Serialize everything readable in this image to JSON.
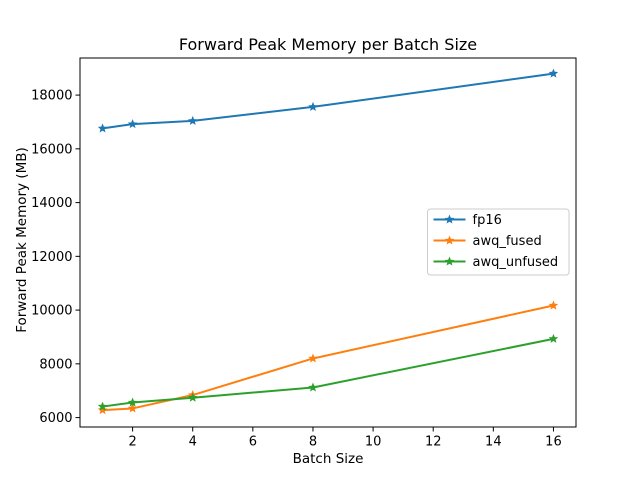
{
  "chart_data": {
    "type": "line",
    "title": "Forward Peak Memory per Batch Size",
    "xlabel": "Batch Size",
    "ylabel": "Forward Peak Memory (MB)",
    "x": [
      1,
      2,
      4,
      8,
      16
    ],
    "series": [
      {
        "name": "fp16",
        "color": "#1f77b4",
        "marker": "star",
        "values": [
          16760,
          16920,
          17040,
          17560,
          18800
        ]
      },
      {
        "name": "awq_fused",
        "color": "#ff7f0e",
        "marker": "star",
        "values": [
          6280,
          6340,
          6840,
          8200,
          10170
        ]
      },
      {
        "name": "awq_unfused",
        "color": "#2ca02c",
        "marker": "star",
        "values": [
          6410,
          6560,
          6740,
          7120,
          8930
        ]
      }
    ],
    "xticks": [
      2,
      4,
      6,
      8,
      10,
      12,
      14,
      16
    ],
    "yticks": [
      6000,
      8000,
      10000,
      12000,
      14000,
      16000,
      18000
    ],
    "xlim": [
      0.25,
      16.75
    ],
    "ylim": [
      5650,
      19380
    ],
    "grid": false,
    "legend": {
      "position": "center-right",
      "entries": [
        "fp16",
        "awq_fused",
        "awq_unfused"
      ]
    },
    "colors": {
      "background": "#ffffff",
      "axes": "#000000",
      "legend_border": "#cccccc"
    }
  }
}
